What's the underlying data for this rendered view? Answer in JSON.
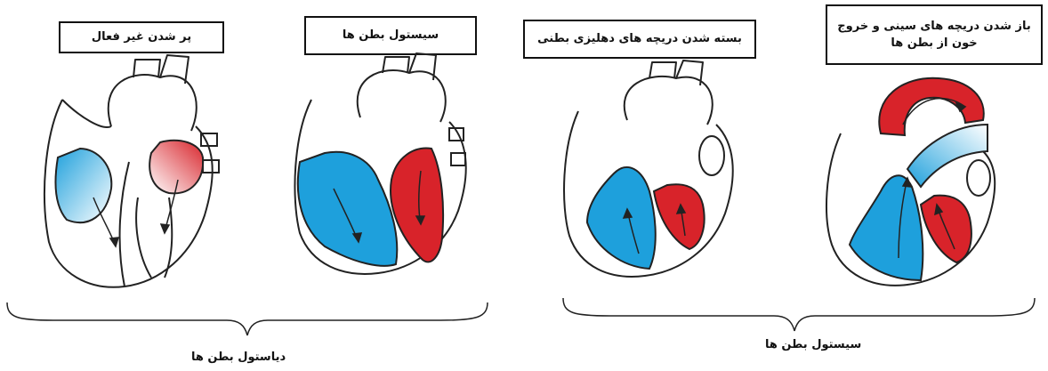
{
  "stages": [
    {
      "label": "پر شدن غیر فعال"
    },
    {
      "label": "سیستول بطن ها"
    },
    {
      "label": "بسته شدن دریچه های دهلیزی بطنی"
    },
    {
      "label": "باز شدن دریچه های سینی و خروج خون از بطن ها"
    }
  ],
  "groups": {
    "left": "دیاستول بطن ها",
    "right": "سیستول بطن ها"
  },
  "colors": {
    "blood_deoxygenated": "#1ea0dc",
    "blood_oxygenated": "#d8232a",
    "outline": "#222222"
  }
}
